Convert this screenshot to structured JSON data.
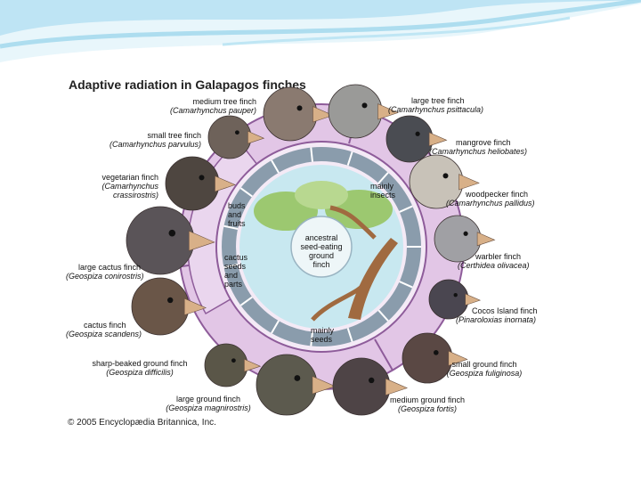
{
  "title": "Adaptive radiation in Galapagos finches",
  "copyright": "© 2005 Encyclopædia Britannica, Inc.",
  "center_label": [
    "ancestral",
    "seed-eating",
    "ground",
    "finch"
  ],
  "diets": {
    "insects": [
      "mainly",
      "insects"
    ],
    "buds": [
      "buds",
      "and",
      "fruits"
    ],
    "cactus": [
      "cactus",
      "seeds",
      "and",
      "parts"
    ],
    "seeds": [
      "mainly",
      "seeds"
    ]
  },
  "finches": [
    {
      "common": "medium tree finch",
      "scientific": "(Camarhynchus pauper)",
      "color": "#8a7a70"
    },
    {
      "common": "large tree finch",
      "scientific": "(Camarhynchus psittacula)",
      "color": "#9a9a98"
    },
    {
      "common": "small tree finch",
      "scientific": "(Camarhynchus parvulus)",
      "color": "#6e625a"
    },
    {
      "common": "mangrove finch",
      "scientific": "(Camarhynchus heliobates)",
      "color": "#4a4c52"
    },
    {
      "common": "vegetarian finch",
      "scientific": [
        "(Camarhynchus",
        "crassirostris)"
      ],
      "color": "#4e4640"
    },
    {
      "common": "woodpecker finch",
      "scientific": "(Camarhynchus pallidus)",
      "color": "#c8c2b8"
    },
    {
      "common": "large cactus finch",
      "scientific": "(Geospiza conirostris)",
      "color": "#5a5458"
    },
    {
      "common": "warbler finch",
      "scientific": "(Certhidea olivacea)",
      "color": "#a0a0a4"
    },
    {
      "common": "cactus finch",
      "scientific": "(Geospiza scandens)",
      "color": "#6a5648"
    },
    {
      "common": "Cocos Island finch",
      "scientific": "(Pinaroloxias inornata)",
      "color": "#4a4650"
    },
    {
      "common": "sharp-beaked ground finch",
      "scientific": "(Geospiza difficilis)",
      "color": "#5a5648"
    },
    {
      "common": "small ground finch",
      "scientific": "(Geospiza fuliginosa)",
      "color": "#5a4844"
    },
    {
      "common": "large ground finch",
      "scientific": "(Geospiza magnirostris)",
      "color": "#5c5a4e"
    },
    {
      "common": "medium ground finch",
      "scientific": "(Geospiza fortis)",
      "color": "#4e4446"
    }
  ],
  "colors": {
    "ring_fill": "#e2c6e6",
    "ring_stroke": "#8e5c9a",
    "core_fill": "#c8e8f0",
    "branch_fill": "#8a9cac",
    "foliage": "#9cc870",
    "trunk": "#a06a40",
    "beak": "#d8b088",
    "swoosh": "#7cc8e6"
  }
}
